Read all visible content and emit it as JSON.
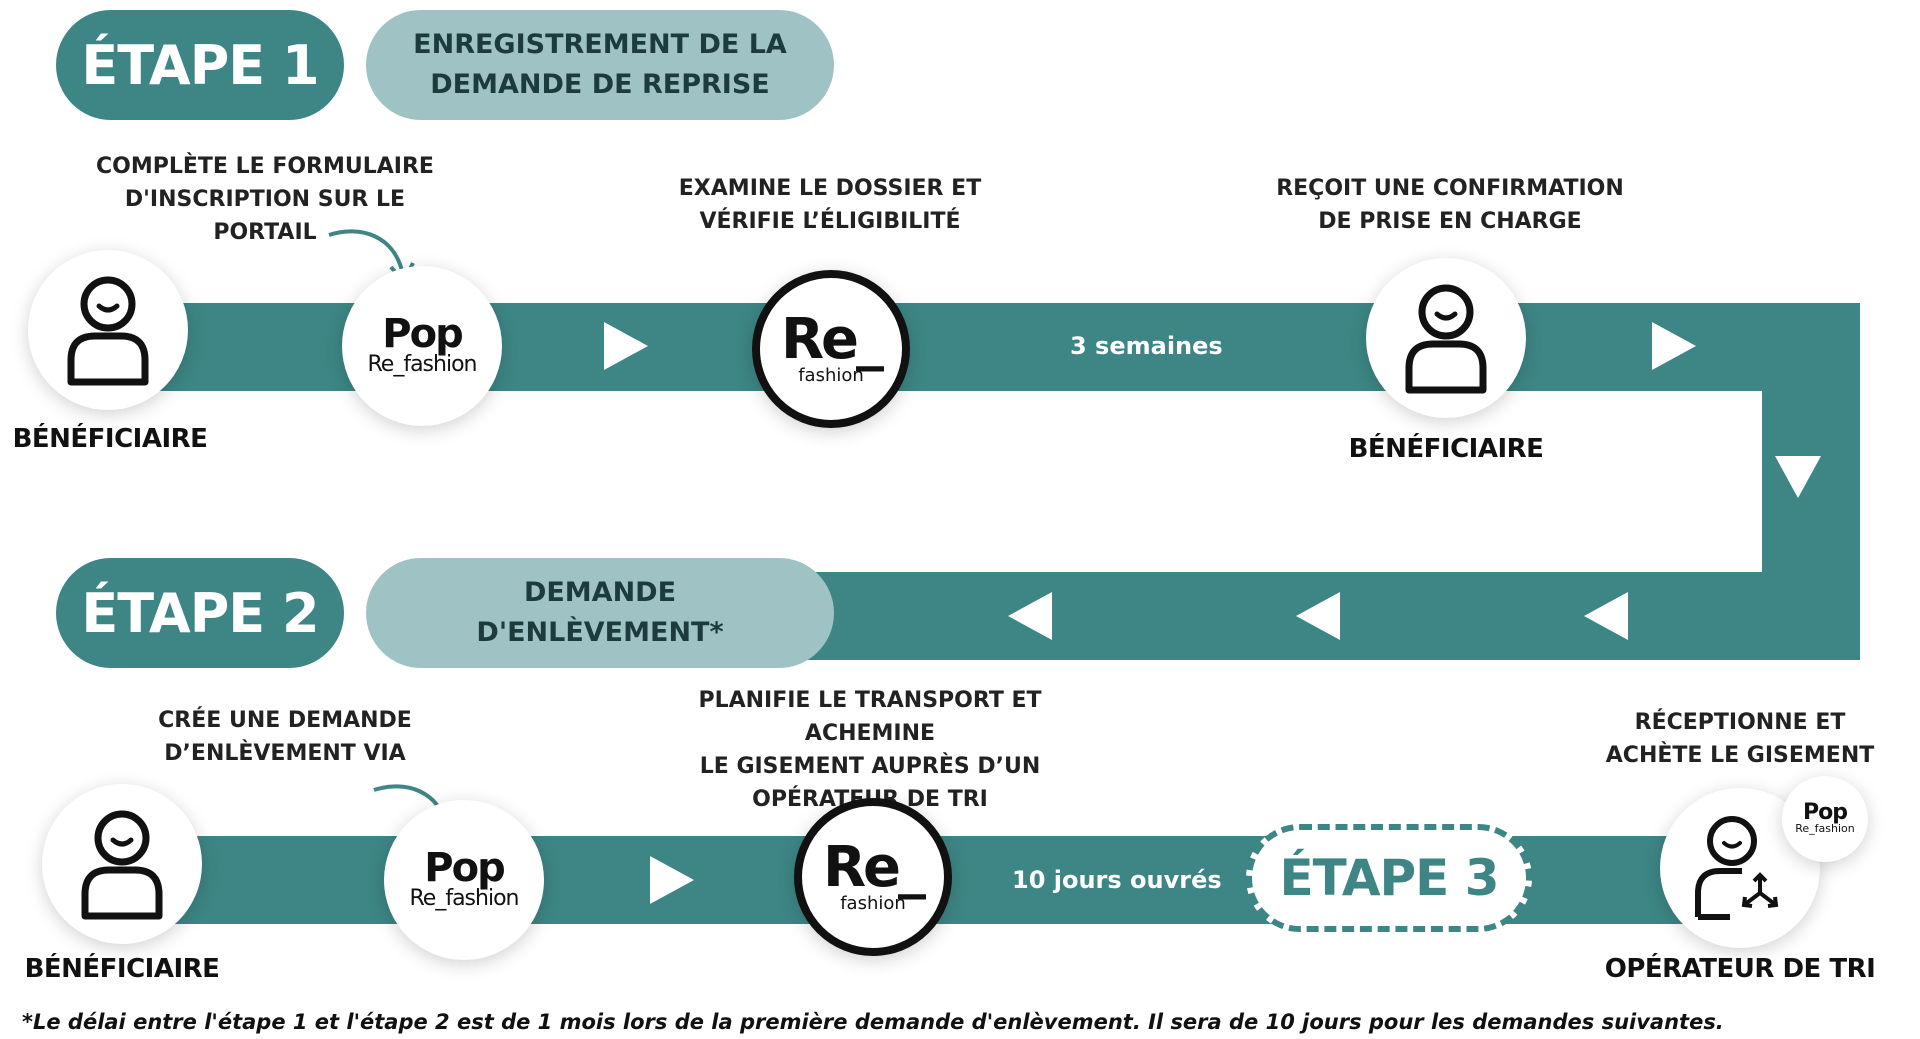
{
  "colors": {
    "teal": "#3d8685",
    "light_teal": "#9fc2c5",
    "dark_text": "#1d3b3d"
  },
  "step1": {
    "badge": "ÉTAPE 1",
    "title_line1": "ENREGISTREMENT DE LA",
    "title_line2": "DEMANDE DE REPRISE",
    "caption_fill_line1": "COMPLÈTE LE FORMULAIRE",
    "caption_fill_line2": "D'INSCRIPTION SUR LE",
    "caption_fill_line3": "PORTAIL",
    "caption_review_line1": "EXAMINE LE DOSSIER ET",
    "caption_review_line2": "VÉRIFIE L’ÉLIGIBILITÉ",
    "caption_confirm_line1": "REÇOIT UNE CONFIRMATION",
    "caption_confirm_line2": "DE PRISE EN CHARGE",
    "role_left": "BÉNÉFICIAIRE",
    "role_right": "BÉNÉFICIAIRE",
    "duration": "3 semaines"
  },
  "step2": {
    "badge": "ÉTAPE 2",
    "title_line1": "DEMANDE",
    "title_line2": "D'ENLÈVEMENT*",
    "caption_create_line1": "CRÉE UNE DEMANDE",
    "caption_create_line2": "D’ENLÈVEMENT VIA",
    "caption_plan_line1": "PLANIFIE LE TRANSPORT ET ACHEMINE",
    "caption_plan_line2": "LE GISEMENT AUPRÈS D’UN",
    "caption_plan_line3": "OPÉRATEUR DE TRI",
    "caption_receive_line1": "RÉCEPTIONNE ET",
    "caption_receive_line2": "ACHÈTE LE GISEMENT",
    "role_left": "BÉNÉFICIAIRE",
    "role_right": "OPÉRATEUR DE TRI",
    "duration": "10 jours ouvrés"
  },
  "step3": {
    "badge": "ÉTAPE 3"
  },
  "logos": {
    "pop_word": "Pop",
    "pop_sub": "Re_fashion",
    "re_word": "Re",
    "re_sub": "fashion"
  },
  "footnote": "*Le délai entre l'étape 1 et l'étape 2 est de 1 mois lors de la première demande d'enlèvement. Il sera de 10 jours pour les demandes suivantes.",
  "icons": [
    "person-icon",
    "play-arrow-icon",
    "curved-arrow-icon",
    "recycle-icon"
  ]
}
